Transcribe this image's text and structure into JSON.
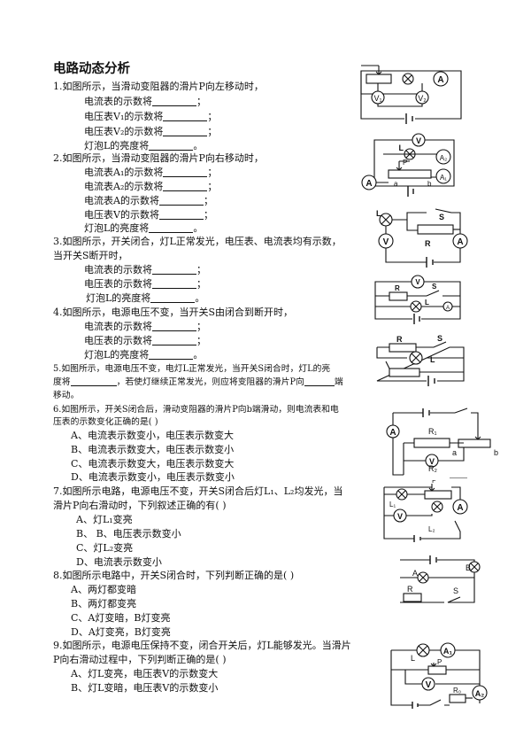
{
  "title": "电路动态分析",
  "q1": {
    "stem": "1.如图所示，当滑动变阻器的滑片P向左移动时，",
    "items": [
      "电流表的示数将",
      "电压表V₁的示数将",
      "电压表V₂的示数将",
      "灯泡L的亮度将"
    ],
    "end": [
      "；",
      "；",
      "；",
      "。"
    ]
  },
  "q2": {
    "stem": "2.如图所示，当滑动变阻器的滑片P向右移动时，",
    "items": [
      "电流表A₁的示数将",
      "电流表A₂的示数将",
      "电流表A的示数将",
      "电压表V的示数将",
      "灯泡L的亮度将"
    ],
    "end": [
      "；",
      "；",
      "；",
      "；",
      "。"
    ]
  },
  "q3": {
    "stem1": "3.如图所示，开关闭合，灯L正常发光，电压表、电流表均有示数，",
    "stem2": "当开关S断开时，",
    "items": [
      "电流表的示数将",
      "电压表的示数将",
      "灯泡L的亮度将"
    ],
    "end": [
      "；",
      "；",
      "。"
    ]
  },
  "q4": {
    "stem": "4.如图所示，电源电压不变，当开关S由闭合到断开时，",
    "items": [
      "电流表的示数将",
      "电压表的示数将",
      "灯泡L的亮度将"
    ],
    "end": [
      "；",
      "；",
      "。"
    ]
  },
  "q5": {
    "line1": "5.如图所示，电源电压不变，电灯L正常发光，当开关S闭合时，灯L的亮",
    "line2a": "度将",
    "line2b": "，若使灯继续正常发光，则应将变阻器的滑片P向",
    "line2c": "端",
    "line3": "移动。"
  },
  "q6": {
    "line1": "6.如图所示，开关S闭合后，滑动变阻器的滑片P向b端滑动，则电流表和电",
    "line2": "压表的示数变化正确的是(        )",
    "options": [
      "A、电流表示数变小，电压表示数变大",
      "B、电流表示数变大，电压表示数变小",
      "C、电流表示数变大，电压表示数变大",
      "D、电流表示数变小，电压表示数变小"
    ]
  },
  "q7": {
    "line1": "7.如图所示电路，电源电压不变，开关S闭合后灯L₁、L₂均发光，当",
    "line2": "滑片P向右滑动时，下列叙述正确的有(        )",
    "options": [
      "A、灯L₁变亮",
      "B、 B、电压表示数变小",
      "C、灯L₂变亮",
      "D、电流表示数变小"
    ]
  },
  "q8": {
    "line1": "8.如图所示电路中，开关S闭合时，下列判断正确的是(        )",
    "options": [
      "A、两灯都变暗",
      "B、两灯都变亮",
      "C、A灯变暗，B灯变亮",
      "D、A灯变亮，B灯变亮"
    ]
  },
  "q9": {
    "line1": "9.如图所示，电源电压保持不变，闭合开关后，灯L能够发光。当滑片",
    "line2": "P向右滑动过程中，下列判断正确的是(        )",
    "options": [
      "A、灯L变亮，电压表V的示数变大",
      "B、灯L变暗，电压表V的示数变小"
    ]
  },
  "labels": {
    "A": "A",
    "V": "V",
    "V1": "V₁",
    "V2": "V₂",
    "A1": "A₁",
    "A2": "A₂",
    "L": "L",
    "P": "P",
    "S": "S",
    "R": "R",
    "a": "a",
    "b": "b",
    "R1": "R₁",
    "R2": "R₂",
    "L1": "L₁",
    "L2": "L₂",
    "B": "B",
    "R0": "R₀"
  }
}
